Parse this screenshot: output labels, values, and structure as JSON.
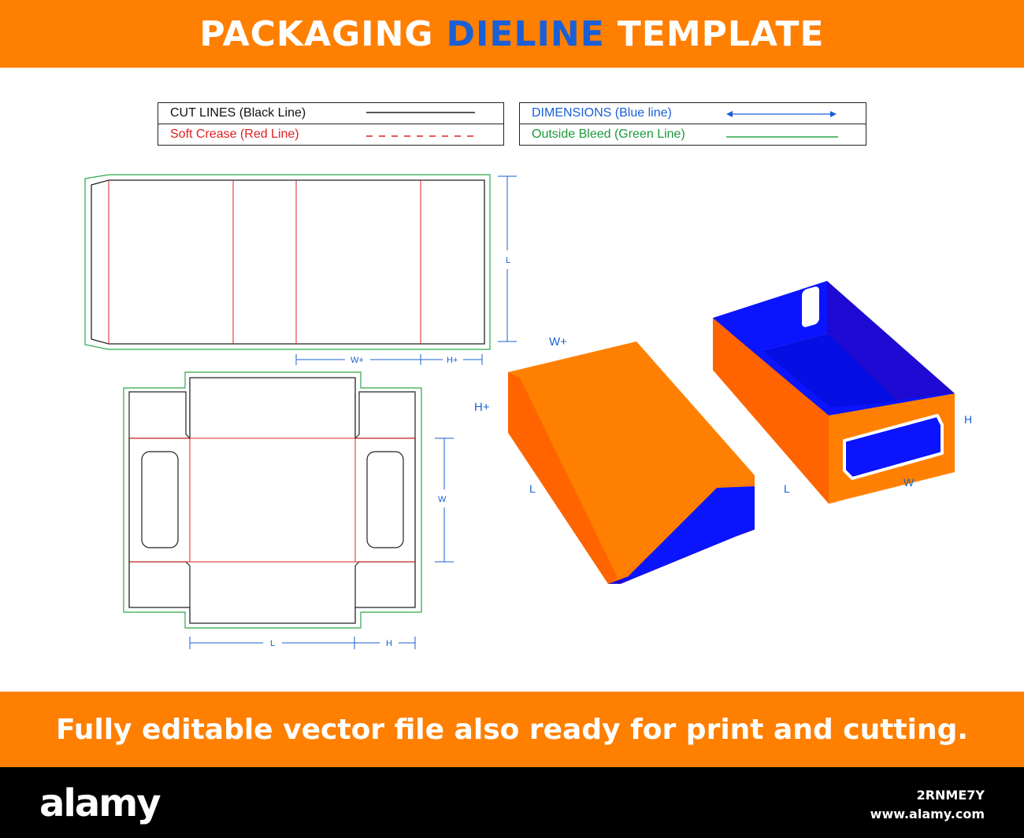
{
  "header": {
    "title_part1": "PACKAGING",
    "title_part2": "DIELINE",
    "title_part3": "TEMPLATE"
  },
  "legend": {
    "cut_lines": "CUT LINES (Black Line)",
    "soft_crease": "Soft Crease (Red Line)",
    "dimensions": "DIMENSIONS (Blue line)",
    "outside_bleed": "Outside Bleed (Green Line)"
  },
  "sleeve_dimensions": {
    "length": "L",
    "width_plus": "W+",
    "height_plus": "H+"
  },
  "tray_dimensions": {
    "width": "W",
    "length": "L",
    "height": "H"
  },
  "box3d_labels": {
    "sleeve_width": "W+",
    "sleeve_height": "H+",
    "sleeve_length": "L",
    "tray_length": "L",
    "tray_width": "W",
    "tray_height": "H"
  },
  "footer": {
    "tagline": "Fully editable vector file also ready for print and cutting.",
    "brand": "alamy",
    "image_id": "2RNME7Y",
    "site": "www.alamy.com"
  },
  "colors": {
    "banner": "#ff7f00",
    "highlight_blue": "#1a5fd6",
    "cut_line": "#222222",
    "crease_line": "#e02020",
    "dimension_line": "#1a5fd6",
    "bleed_line": "#2aa84a",
    "box_orange": "#ff8000",
    "box_orange_dark": "#ff6400",
    "box_blue": "#0a14ff",
    "box_blue_dark": "#1e0ad2"
  },
  "icons": [
    "double-arrow-icon"
  ]
}
